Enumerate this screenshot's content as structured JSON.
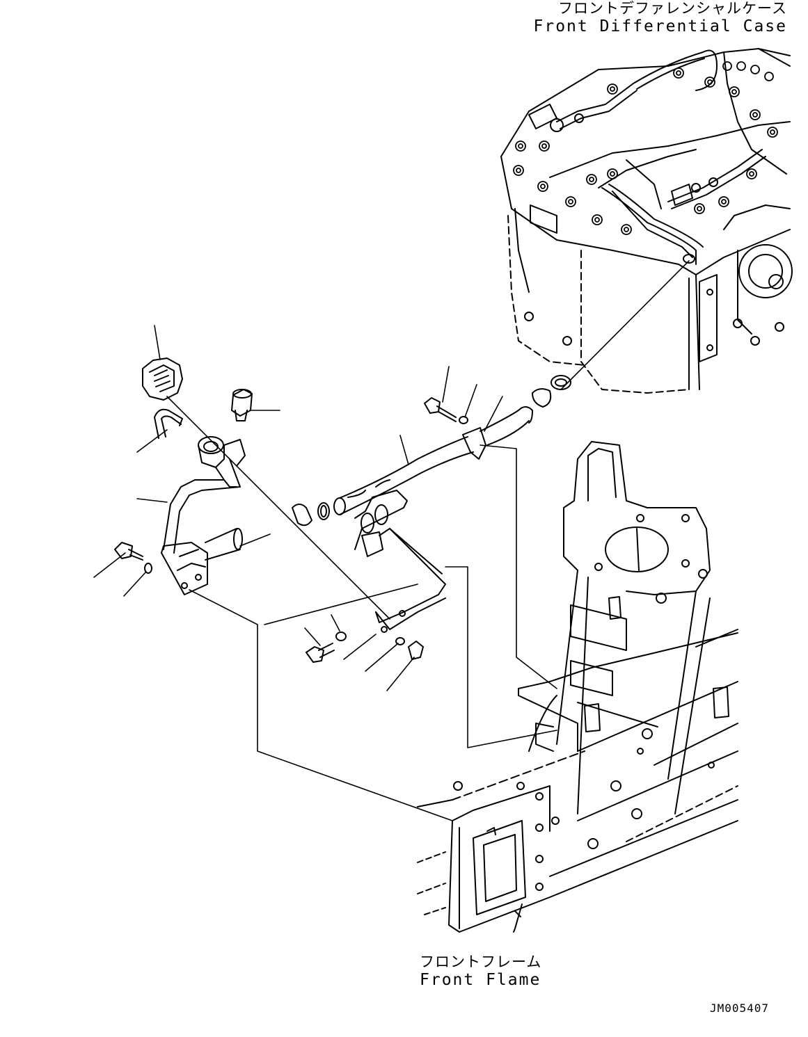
{
  "labels": {
    "front_differential_case": {
      "japanese": "フロントデファレンシャルケース",
      "english": "Front Differential Case"
    },
    "front_frame": {
      "japanese": "フロントフレーム",
      "english": "Front Flame"
    },
    "drawing_id": "JM005407"
  }
}
